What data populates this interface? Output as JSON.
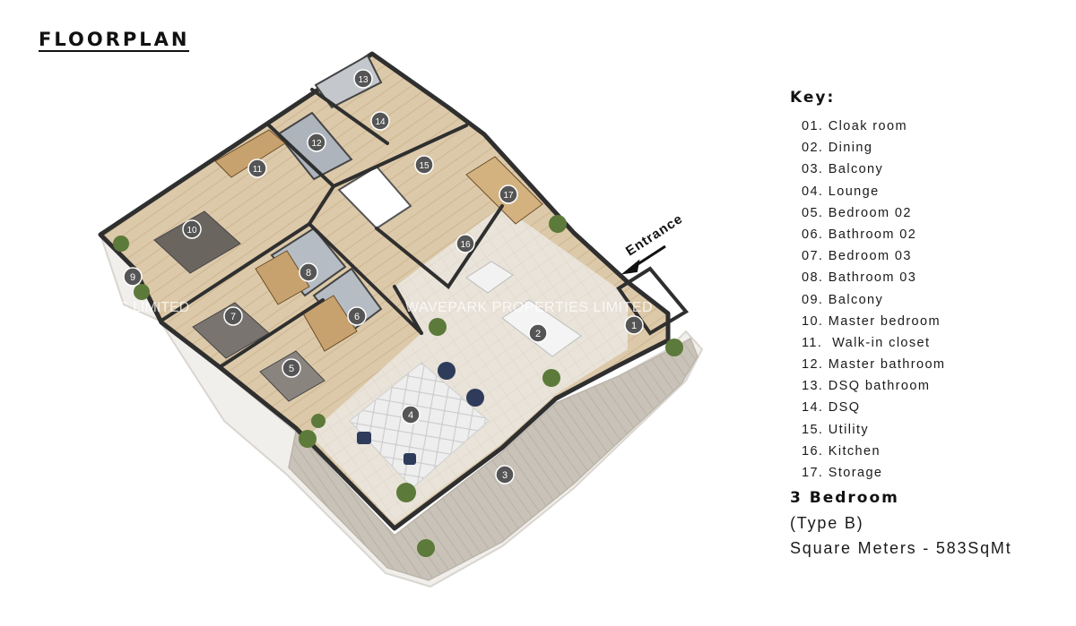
{
  "page": {
    "title": "FLOORPLAN"
  },
  "plan": {
    "entrance_label": "Entrance",
    "watermark": "WAVEPARK PROPERTIES LIMITED",
    "watermark_left": "S LIMITED",
    "markers": [
      "1",
      "2",
      "3",
      "4",
      "5",
      "6",
      "7",
      "8",
      "9",
      "10",
      "11",
      "12",
      "13",
      "14",
      "15",
      "16",
      "17"
    ]
  },
  "key": {
    "title": "Key:",
    "items": [
      "01. Cloak room",
      "02. Dining",
      "03. Balcony",
      "04. Lounge",
      "05. Bedroom 02",
      "06. Bathroom 02",
      "07. Bedroom 03",
      "08. Bathroom 03",
      "09. Balcony",
      "10. Master bedroom",
      "11.  Walk-in closet",
      "12. Master bathroom",
      "13. DSQ bathroom",
      "14. DSQ",
      "15. Utility",
      "16. Kitchen",
      "17. Storage"
    ]
  },
  "unit": {
    "type": "3 Bedroom",
    "subtype": "(Type B)",
    "area": "Square Meters - 583SqMt"
  },
  "colors": {
    "wall": "#2f2f2f",
    "floor_wood": "#d9c7a8",
    "floor_tile": "#e7e1d8",
    "bath_tile": "#aeb4bc",
    "marker_fill": "#555555",
    "closet_wood": "#c8a26e"
  }
}
